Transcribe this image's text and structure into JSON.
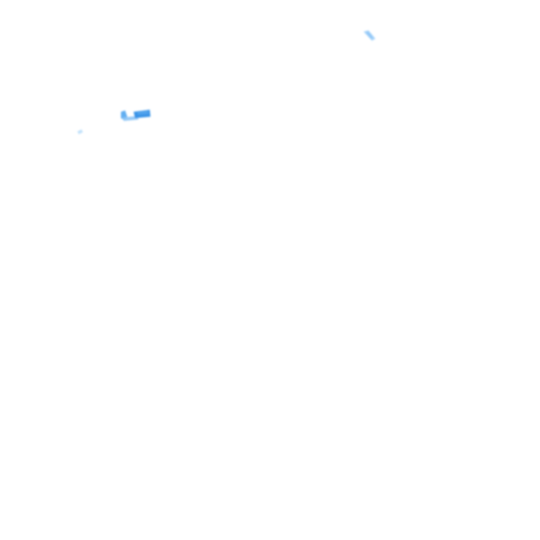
{
  "background": "#ffffff",
  "colors": {
    "mark_strong": "#2f8ee6",
    "mark_mid": "#5aaaf0",
    "mark_light": "#a8d4fa",
    "mark_faint": "#d6ecfd"
  },
  "marks": [
    {
      "name": "top-right-blue-stroke",
      "tone": "light"
    },
    {
      "name": "left-blue-stroke",
      "tone": "strong"
    },
    {
      "name": "left-small-blue-dot",
      "tone": "faint"
    }
  ]
}
